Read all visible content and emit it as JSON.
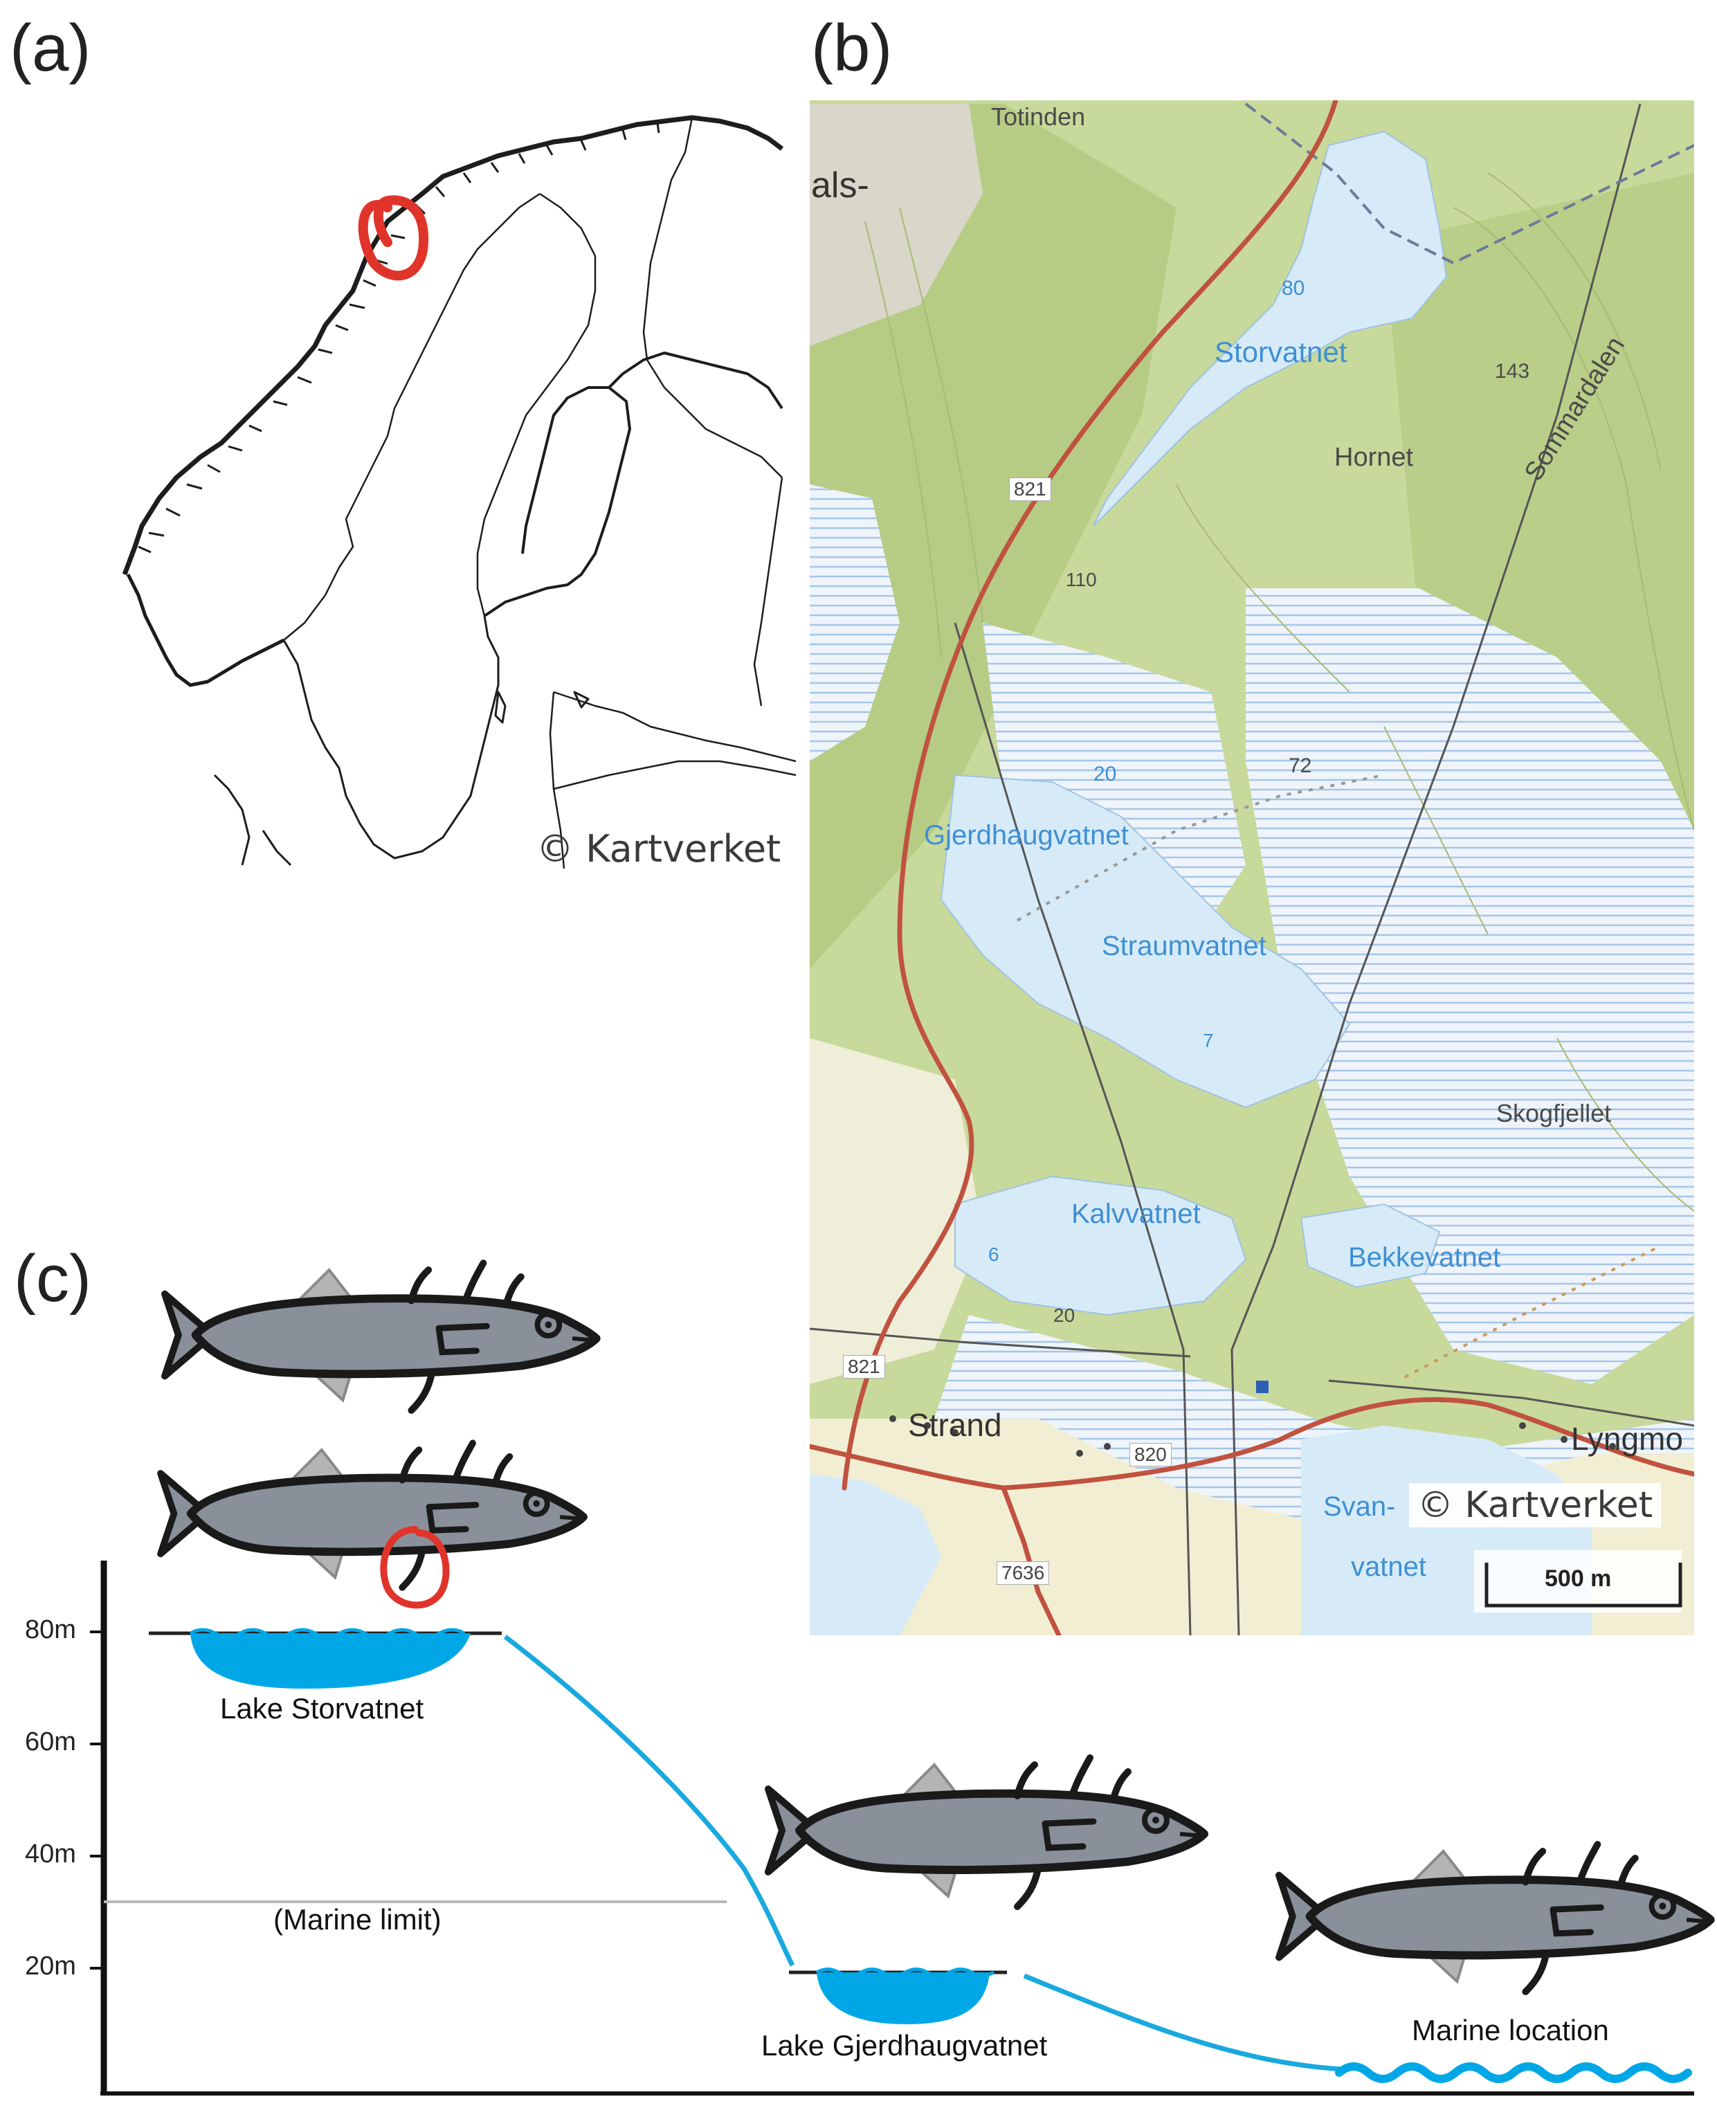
{
  "panels": {
    "a": "(a)",
    "b": "(b)",
    "c": "(c)"
  },
  "panel_a": {
    "copyright": "© Kartverket"
  },
  "panel_b": {
    "copyright": "© Kartverket",
    "scale_label": "500 m",
    "lake_labels": {
      "storvatnet": "Storvatnet",
      "gjerdhaugvatnet": "Gjerdhaugvatnet",
      "straumvatnet": "Straumvatnet",
      "kalvvatnet": "Kalvvatnet",
      "bekkevatnet": "Bekkevatnet",
      "svan": "Svan-",
      "vatnet": "vatnet"
    },
    "place_labels": {
      "totinden": "Totinden",
      "als": "als-",
      "hornet": "Hornet",
      "sommardalen": "Sommardalen",
      "skogfjellet": "Skogfjellet",
      "strand": "Strand",
      "lyngmo": "Lyngmo"
    },
    "depth_labels": {
      "d80": "80",
      "d20": "20",
      "d7": "7",
      "d6": "6"
    },
    "height_labels": {
      "h143": "143",
      "h110": "110",
      "h72": "72",
      "h20": "20"
    },
    "road_numbers": {
      "r821_top": "821",
      "r821_bottom": "821",
      "r820": "820",
      "r7636": "7636"
    },
    "colors": {
      "forest": "#c9d9a0",
      "water": "#d8ecf7",
      "road": "#c0523f",
      "power_line": "#555555",
      "open_land": "#f3efd6"
    }
  },
  "panel_c": {
    "y_ticks": [
      "80m",
      "60m",
      "40m",
      "20m"
    ],
    "marine_limit": "(Marine limit)",
    "locations": {
      "storvatnet": "Lake Storvatnet",
      "gjerdhaugvatnet": "Lake Gjerdhaugvatnet",
      "marine": "Marine location"
    },
    "colors": {
      "water": "#00a7e6",
      "fish_body": "#8a9099",
      "fish_outline": "#1a1a1a",
      "fish_fin": "#b4b4b4",
      "highlight": "#e0342b"
    }
  }
}
